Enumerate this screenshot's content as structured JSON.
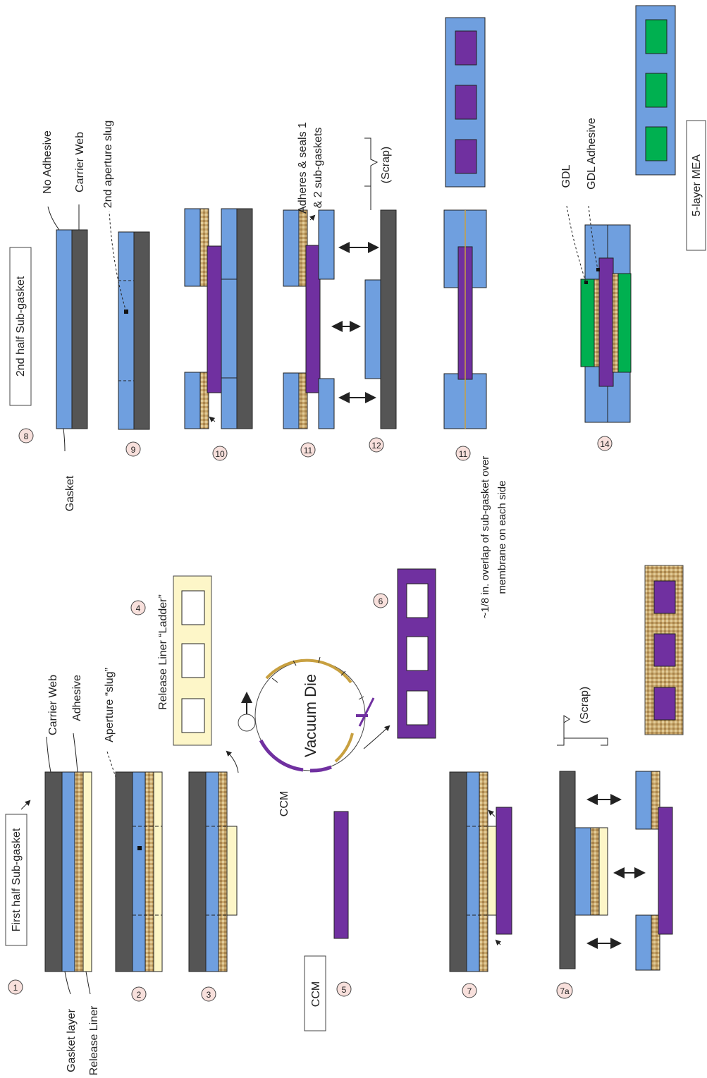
{
  "title": "",
  "labels": {
    "first_half": "First half Sub-gasket",
    "second_half": "2nd half Sub-gasket",
    "ccm_box": "CCM",
    "ccm_die": "CCM",
    "vacuum_die": "Vacuum Die",
    "release_ladder": "Release Liner “Ladder”",
    "carrier_web": "Carrier Web",
    "adhesive": "Adhesive",
    "aperture_slug": "Aperture “slug”",
    "gasket_layer": "Gasket layer",
    "release_liner": "Release Liner",
    "no_adhesive": "No Adhesive",
    "carrier_web_2": "Carrier Web",
    "second_aperture_slug": "2nd aperture slug",
    "gasket": "Gasket",
    "adheres_line1": "Adheres & seals 1",
    "adheres_line2": "& 2 sub-gaskets",
    "scrap_top": "(Scrap)",
    "scrap_bottom": "(Scrap)",
    "overlap_line1": "~1/8 in. overlap  of sub-gasket over",
    "overlap_line2": "membrane on each side",
    "gdl": "GDL",
    "gdl_adhesive": "GDL Adhesive",
    "five_layer": "5-layer MEA"
  },
  "steps": {
    "s1": "1",
    "s2": "2",
    "s3": "3",
    "s4": "4",
    "s5": "5",
    "s6": "6",
    "s7": "7",
    "s7a": "7a",
    "s8": "8",
    "s9": "9",
    "s10": "10",
    "s11a": "11",
    "s11b": "11",
    "s12": "12",
    "s14": "14"
  },
  "colors": {
    "carrier": "#555555",
    "gasket": "#6f9fdf",
    "adhesive": "#cbb48c",
    "liner": "#fdf6c8",
    "ccm": "#7030a0",
    "gdl": "#00b050",
    "step_circle": "#f8e0dc"
  }
}
